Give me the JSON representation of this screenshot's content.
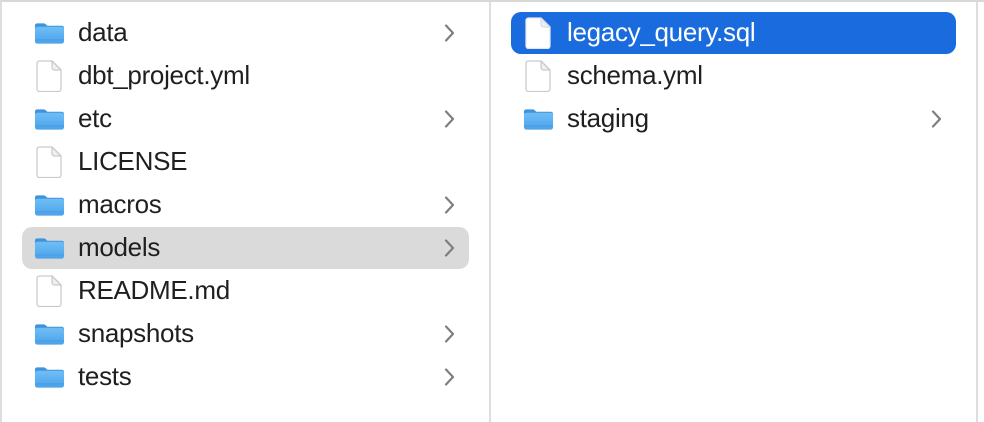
{
  "window": {
    "view": "finder-column-browser"
  },
  "colors": {
    "selection_active": "#1A6CDE",
    "selection_inactive": "#DADADA",
    "divider": "#DEDEDE",
    "top_border": "#D8D8D8",
    "text": "#1F1F1F",
    "text_selected": "#FFFFFF",
    "chevron": "#7E7E82",
    "folder_tab": "#3E93DE",
    "folder_body_top": "#6FBEF6",
    "folder_body_bottom": "#4CA2E9",
    "doc_border": "#C9C9CE",
    "doc_fold": "#F0F0F3"
  },
  "columns": [
    {
      "name": "left-column",
      "items": [
        {
          "label": "data",
          "kind": "folder",
          "icon": "folder-icon",
          "has_chevron": true,
          "chevron_icon": "chevron-right-icon",
          "selected": "none"
        },
        {
          "label": "dbt_project.yml",
          "kind": "file",
          "icon": "document-icon",
          "has_chevron": false,
          "selected": "none"
        },
        {
          "label": "etc",
          "kind": "folder",
          "icon": "folder-icon",
          "has_chevron": true,
          "chevron_icon": "chevron-right-icon",
          "selected": "none"
        },
        {
          "label": "LICENSE",
          "kind": "file",
          "icon": "document-icon",
          "has_chevron": false,
          "selected": "none"
        },
        {
          "label": "macros",
          "kind": "folder",
          "icon": "folder-icon",
          "has_chevron": true,
          "chevron_icon": "chevron-right-icon",
          "selected": "none"
        },
        {
          "label": "models",
          "kind": "folder",
          "icon": "folder-icon",
          "has_chevron": true,
          "chevron_icon": "chevron-right-icon",
          "selected": "inactive"
        },
        {
          "label": "README.md",
          "kind": "file",
          "icon": "document-icon",
          "has_chevron": false,
          "selected": "none"
        },
        {
          "label": "snapshots",
          "kind": "folder",
          "icon": "folder-icon",
          "has_chevron": true,
          "chevron_icon": "chevron-right-icon",
          "selected": "none"
        },
        {
          "label": "tests",
          "kind": "folder",
          "icon": "folder-icon",
          "has_chevron": true,
          "chevron_icon": "chevron-right-icon",
          "selected": "none"
        }
      ]
    },
    {
      "name": "right-column",
      "items": [
        {
          "label": "legacy_query.sql",
          "kind": "file",
          "icon": "document-icon",
          "has_chevron": false,
          "selected": "active"
        },
        {
          "label": "schema.yml",
          "kind": "file",
          "icon": "document-icon",
          "has_chevron": false,
          "selected": "none"
        },
        {
          "label": "staging",
          "kind": "folder",
          "icon": "folder-icon",
          "has_chevron": true,
          "chevron_icon": "chevron-right-icon",
          "selected": "none"
        }
      ]
    }
  ]
}
